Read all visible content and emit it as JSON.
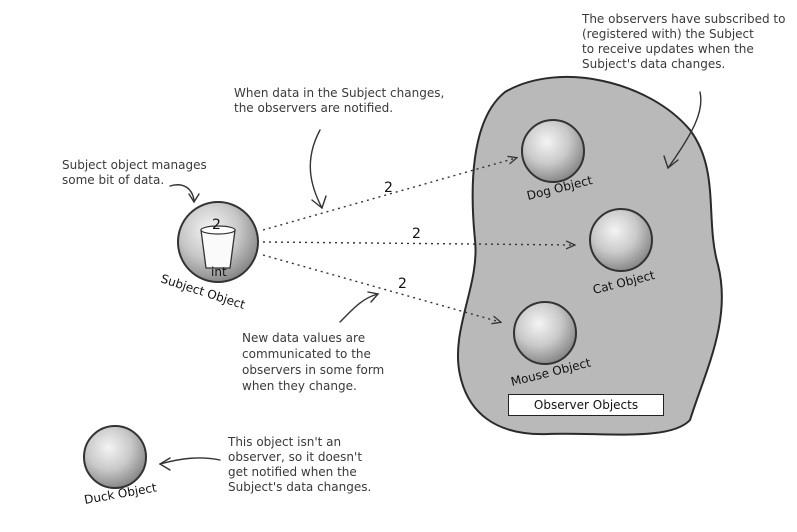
{
  "annotations": {
    "observers_subscribed": [
      "The observers have subscribed to",
      "(registered with) the Subject",
      "to receive updates when the",
      "Subject's data changes."
    ],
    "data_changes": [
      "When data in the Subject changes,",
      "the observers are notified."
    ],
    "subject_manages": [
      "Subject object manages",
      "some bit of data."
    ],
    "new_values": [
      "New data values are",
      "communicated to the",
      "observers in some form",
      "when they change."
    ],
    "not_observer": [
      "This object isn't an",
      "observer, so it doesn't",
      "get notified when the",
      "Subject's data changes."
    ]
  },
  "subject": {
    "label": "Subject Object",
    "value": "2",
    "type": "int"
  },
  "observers": [
    {
      "label": "Dog Object"
    },
    {
      "label": "Cat Object"
    },
    {
      "label": "Mouse Object"
    }
  ],
  "notifications": [
    {
      "value": "2"
    },
    {
      "value": "2"
    },
    {
      "value": "2"
    }
  ],
  "group_label": "Observer Objects",
  "non_observer": {
    "label": "Duck Object"
  }
}
